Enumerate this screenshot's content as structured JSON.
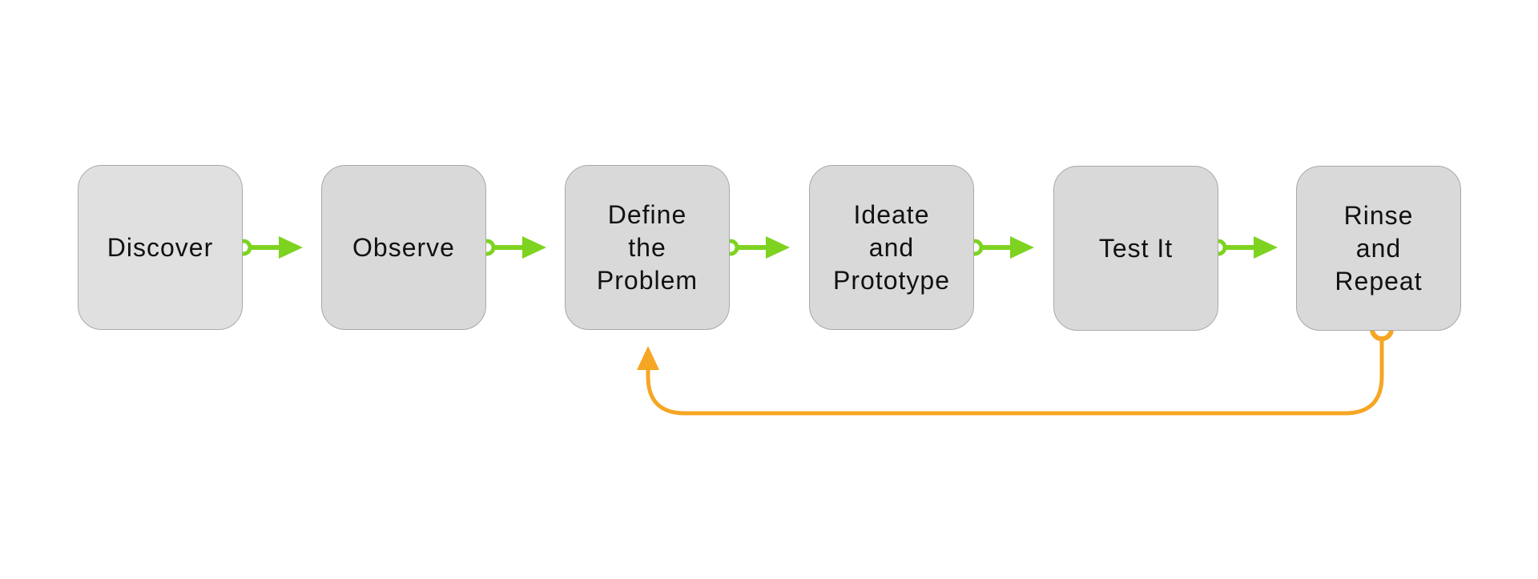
{
  "colors": {
    "node_fill": "#d9d9d9",
    "node_fill_first": "#e0e0e0",
    "node_border": "#a9a9a9",
    "forward_arrow": "#7ed321",
    "loop_arrow": "#f5a623"
  },
  "steps": [
    {
      "label": "Discover"
    },
    {
      "label": "Observe"
    },
    {
      "label": "Define\nthe\nProblem"
    },
    {
      "label": "Ideate\nand\nPrototype"
    },
    {
      "label": "Test It"
    },
    {
      "label": "Rinse\nand\nRepeat"
    }
  ],
  "connections": [
    {
      "from": "Discover",
      "to": "Observe",
      "kind": "forward"
    },
    {
      "from": "Observe",
      "to": "Define the Problem",
      "kind": "forward"
    },
    {
      "from": "Define the Problem",
      "to": "Ideate and Prototype",
      "kind": "forward"
    },
    {
      "from": "Ideate and Prototype",
      "to": "Test It",
      "kind": "forward"
    },
    {
      "from": "Test It",
      "to": "Rinse and Repeat",
      "kind": "forward"
    },
    {
      "from": "Rinse and Repeat",
      "to": "Define the Problem",
      "kind": "loop"
    }
  ]
}
